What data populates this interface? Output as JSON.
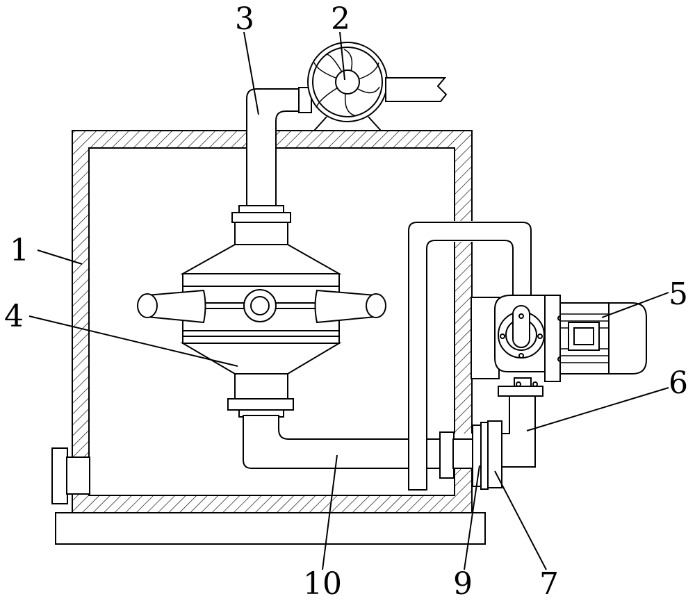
{
  "labels": {
    "l1": "1",
    "l2": "2",
    "l3": "3",
    "l4": "4",
    "l5": "5",
    "l6": "6",
    "l7": "7",
    "l9": "9",
    "l10": "10"
  },
  "colors": {
    "stroke": "#000000",
    "background": "#ffffff"
  },
  "icons": {
    "fan": "fan-icon",
    "motor": "motor-icon",
    "pump": "pump-icon"
  }
}
